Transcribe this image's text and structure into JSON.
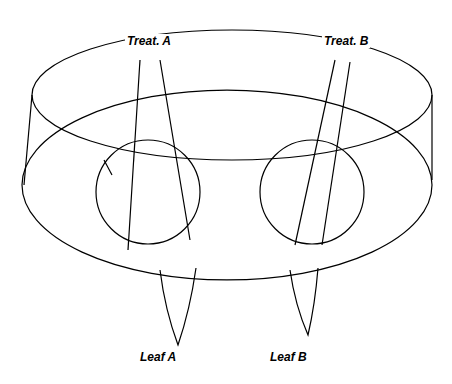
{
  "diagram": {
    "labels": [
      "Treat. A",
      "Treat. B",
      "Leaf A",
      "Leaf B"
    ]
  }
}
